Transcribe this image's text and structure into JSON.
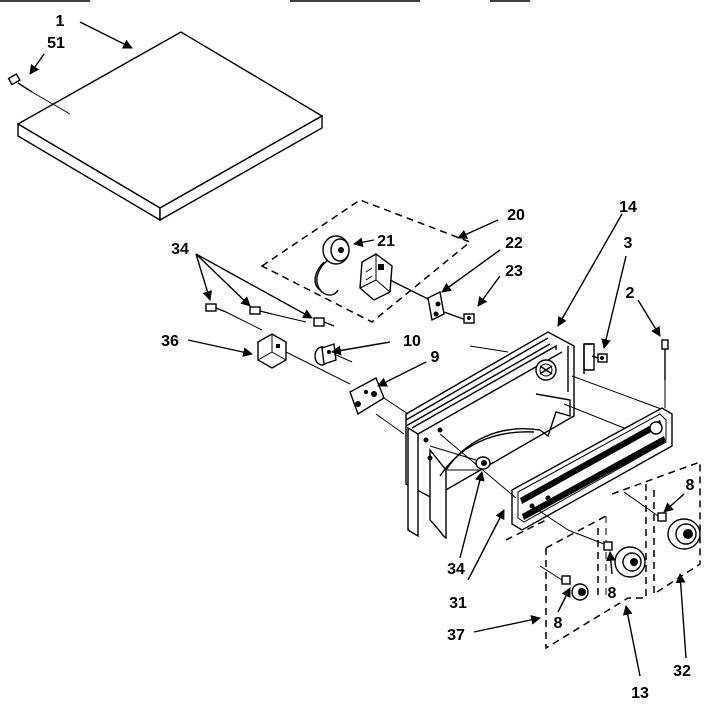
{
  "callouts": {
    "c1": "1",
    "c51": "51",
    "c20": "20",
    "c14": "14",
    "c21": "21",
    "c22": "22",
    "c3": "3",
    "c23": "23",
    "c34a": "34",
    "c2": "2",
    "c36": "36",
    "c10": "10",
    "c9": "9",
    "c8a": "8",
    "c34b": "34",
    "c8b": "8",
    "c31": "31",
    "c8c": "8",
    "c37": "37",
    "c13": "13",
    "c32": "32"
  }
}
